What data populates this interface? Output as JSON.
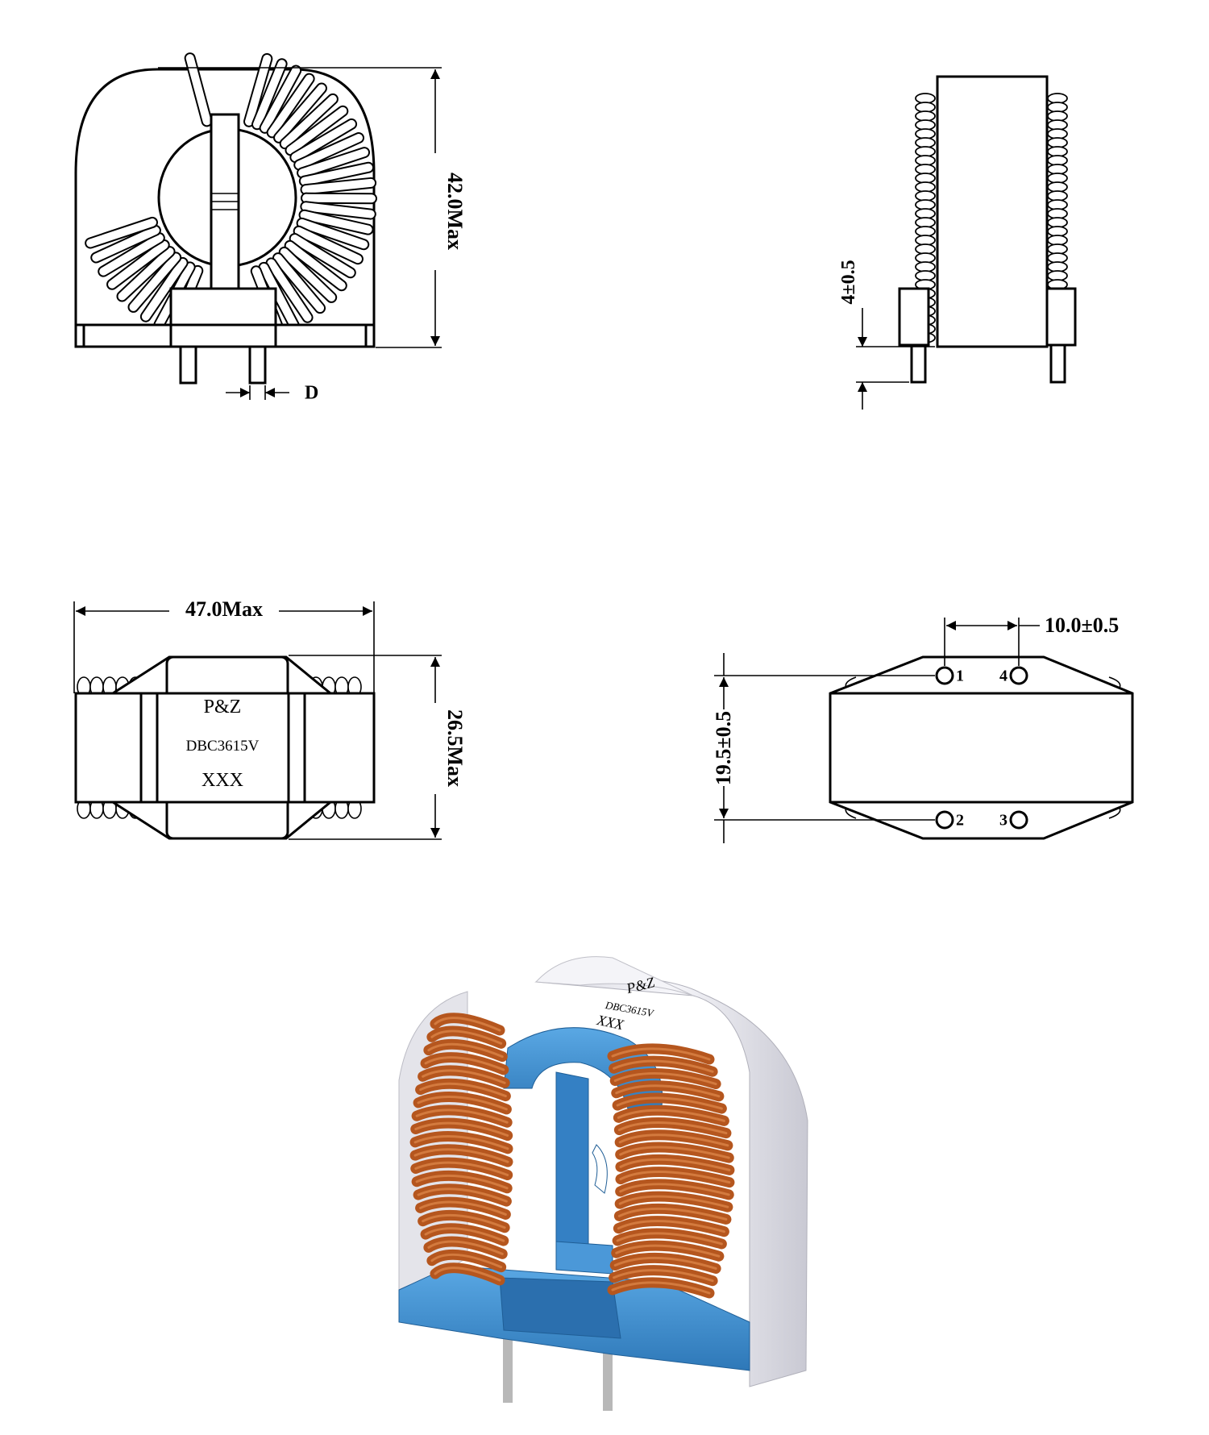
{
  "front_view": {
    "height_dim": "42.0Max",
    "pin_dim": "D"
  },
  "side_view": {
    "standoff_dim": "4±0.5"
  },
  "top_view": {
    "width_dim": "47.0Max",
    "depth_dim": "26.5Max",
    "marking": {
      "brand": "P&Z",
      "part": "DBC3615V",
      "code": "XXX"
    }
  },
  "bottom_view": {
    "pin_pitch_dim": "10.0±0.5",
    "row_spacing_dim": "19.5±0.5",
    "pins": [
      "1",
      "4",
      "2",
      "3"
    ]
  },
  "render": {
    "marking": {
      "brand": "P&Z",
      "part": "DBC3615V",
      "code": "XXX"
    },
    "colors": {
      "copper": "#b5561e",
      "bobbin": "#3c8ed0",
      "case": "#eeeef2"
    }
  }
}
